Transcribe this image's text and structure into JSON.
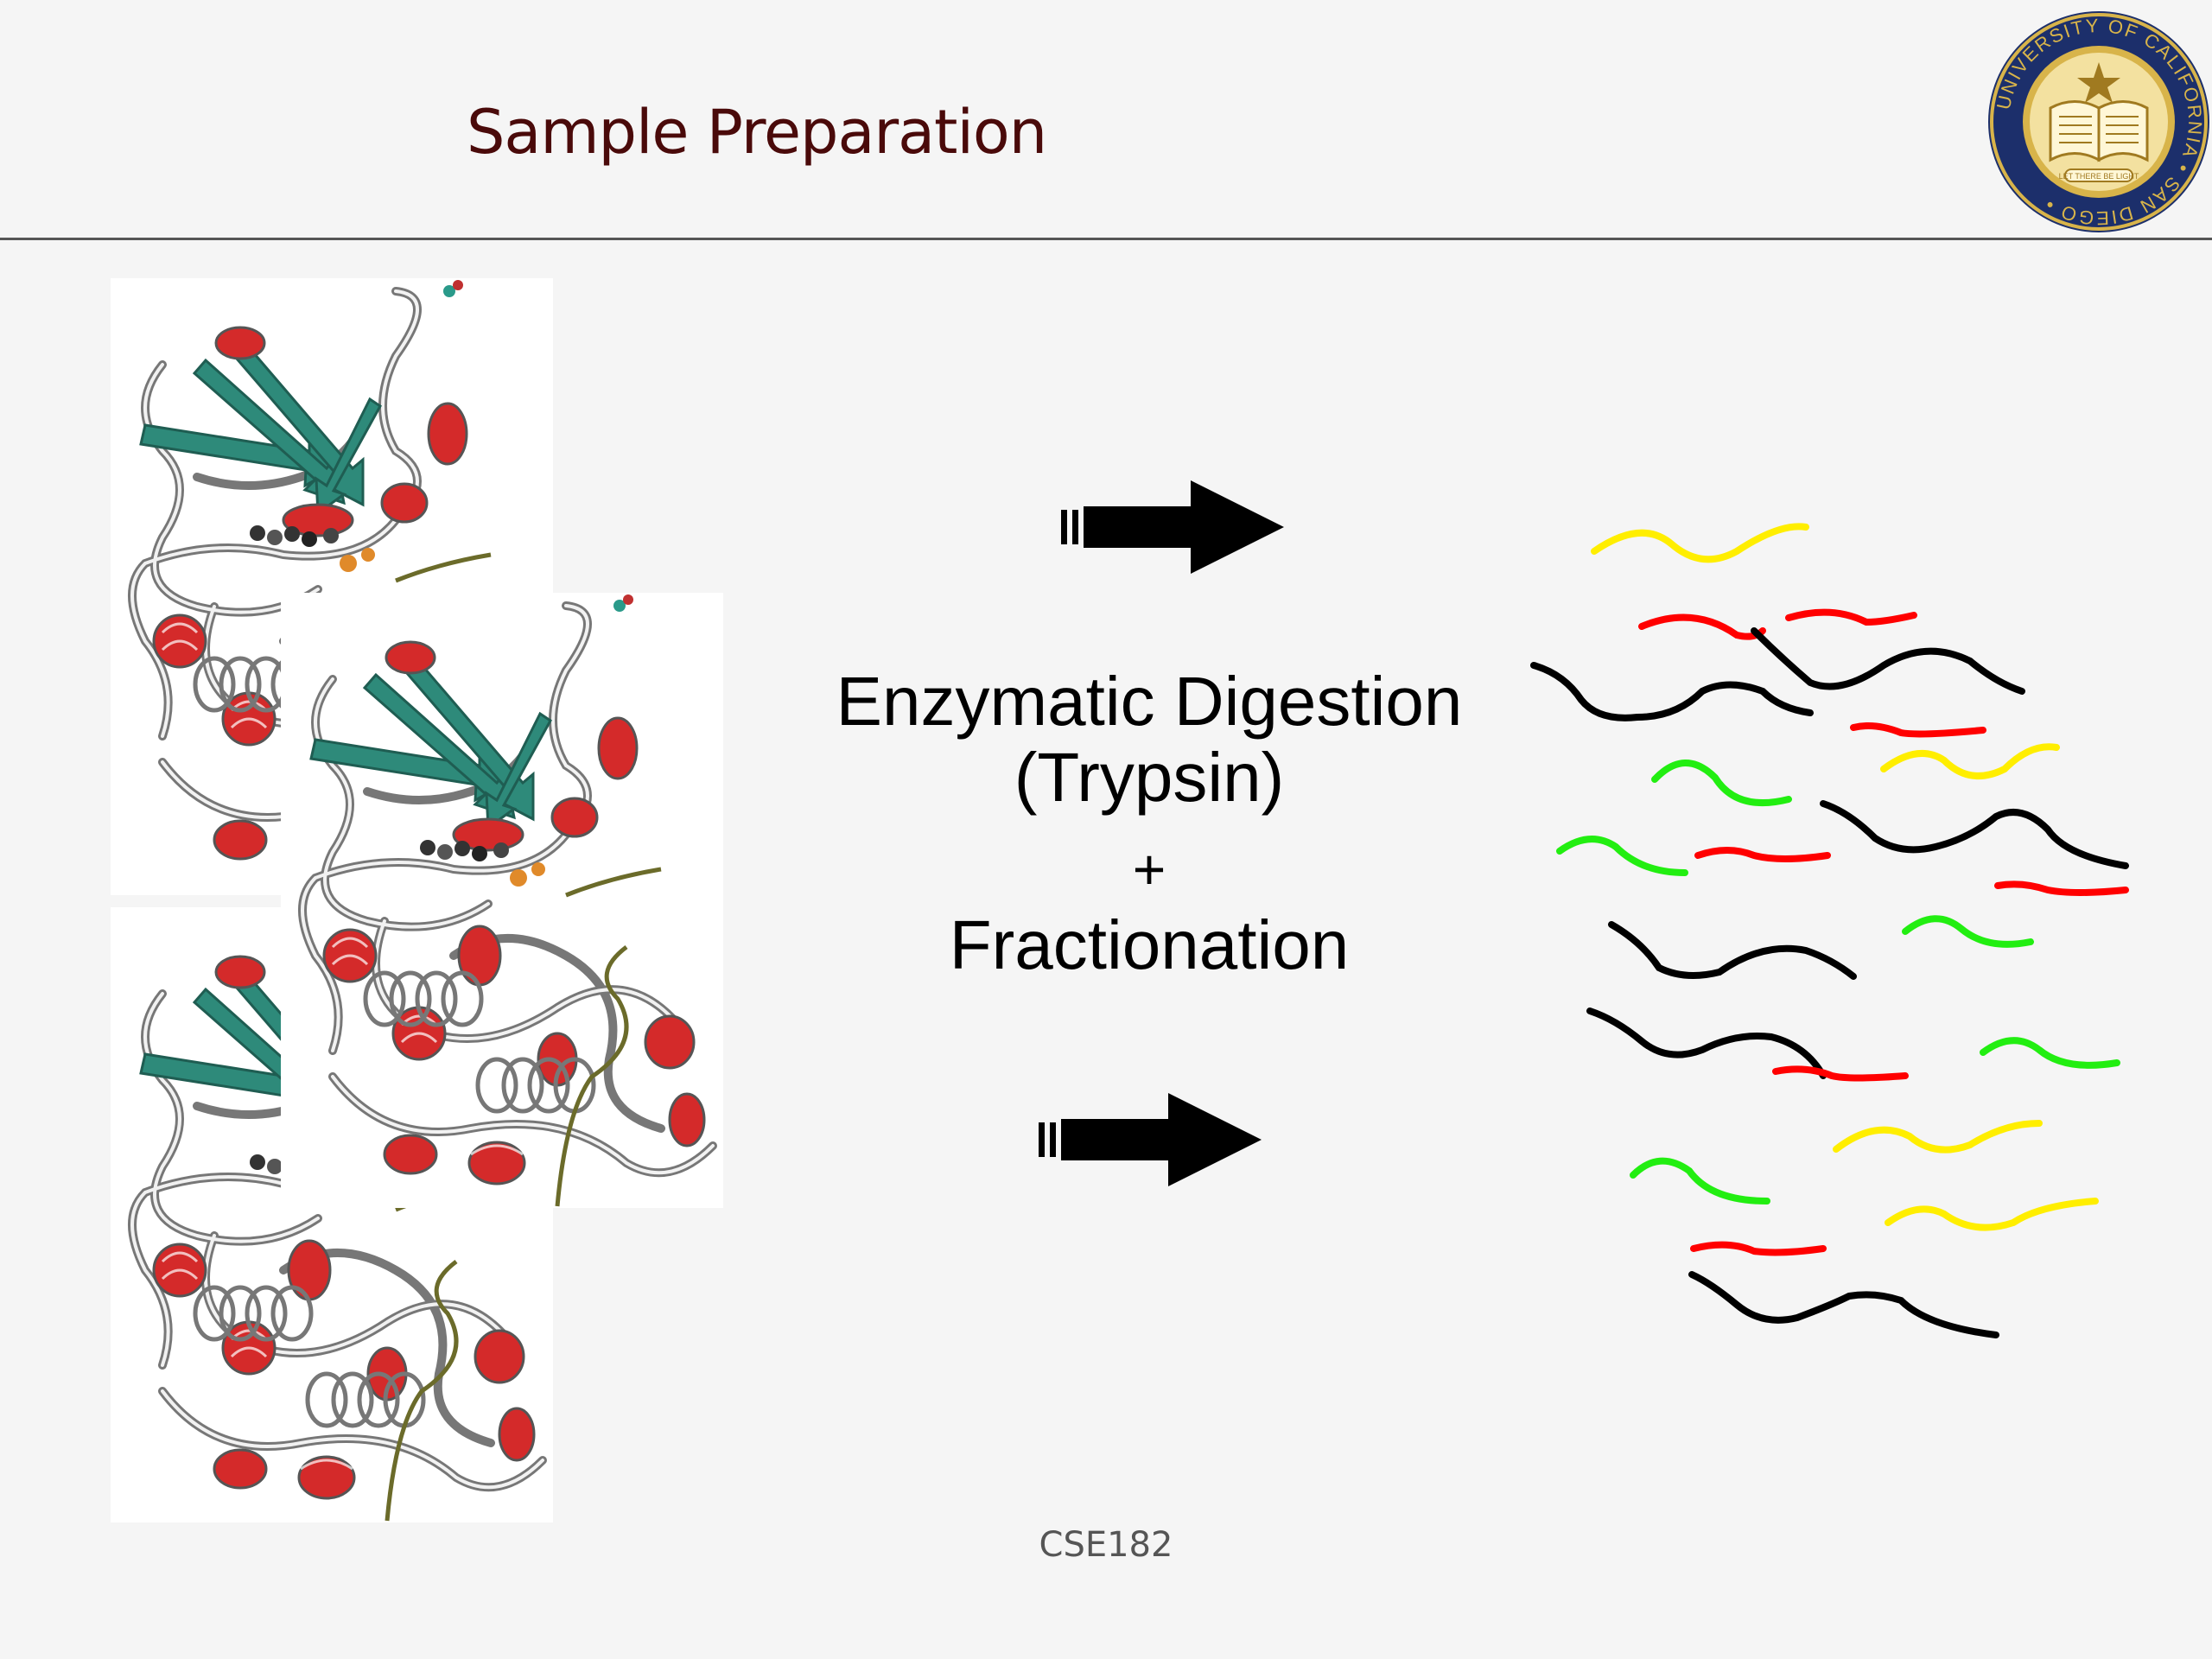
{
  "slide": {
    "title": "Sample Preparation",
    "footer": "CSE182"
  },
  "logo": {
    "text": "UNIVERSITY OF CALIFORNIA • SAN DIEGO •",
    "motto": "LET THERE BE LIGHT",
    "colors": {
      "ring": "#1c2f6b",
      "gold": "#d8b44a",
      "inner": "#f3e1a0"
    }
  },
  "process": {
    "line1": "Enzymatic Digestion",
    "line2": "(Trypsin)",
    "plus": "+",
    "line3": "Fractionation"
  },
  "protein_structures": [
    {
      "name": "protein-structure-1"
    },
    {
      "name": "protein-structure-2"
    },
    {
      "name": "protein-structure-3"
    }
  ],
  "peptide_colors": {
    "black": "#000000",
    "red": "#ff0000",
    "green": "#22ee11",
    "yellow": "#ffee00"
  },
  "ribbon_colors": {
    "helix": "#d42a2a",
    "sheet": "#2e8a7a",
    "coil": "#888888"
  }
}
